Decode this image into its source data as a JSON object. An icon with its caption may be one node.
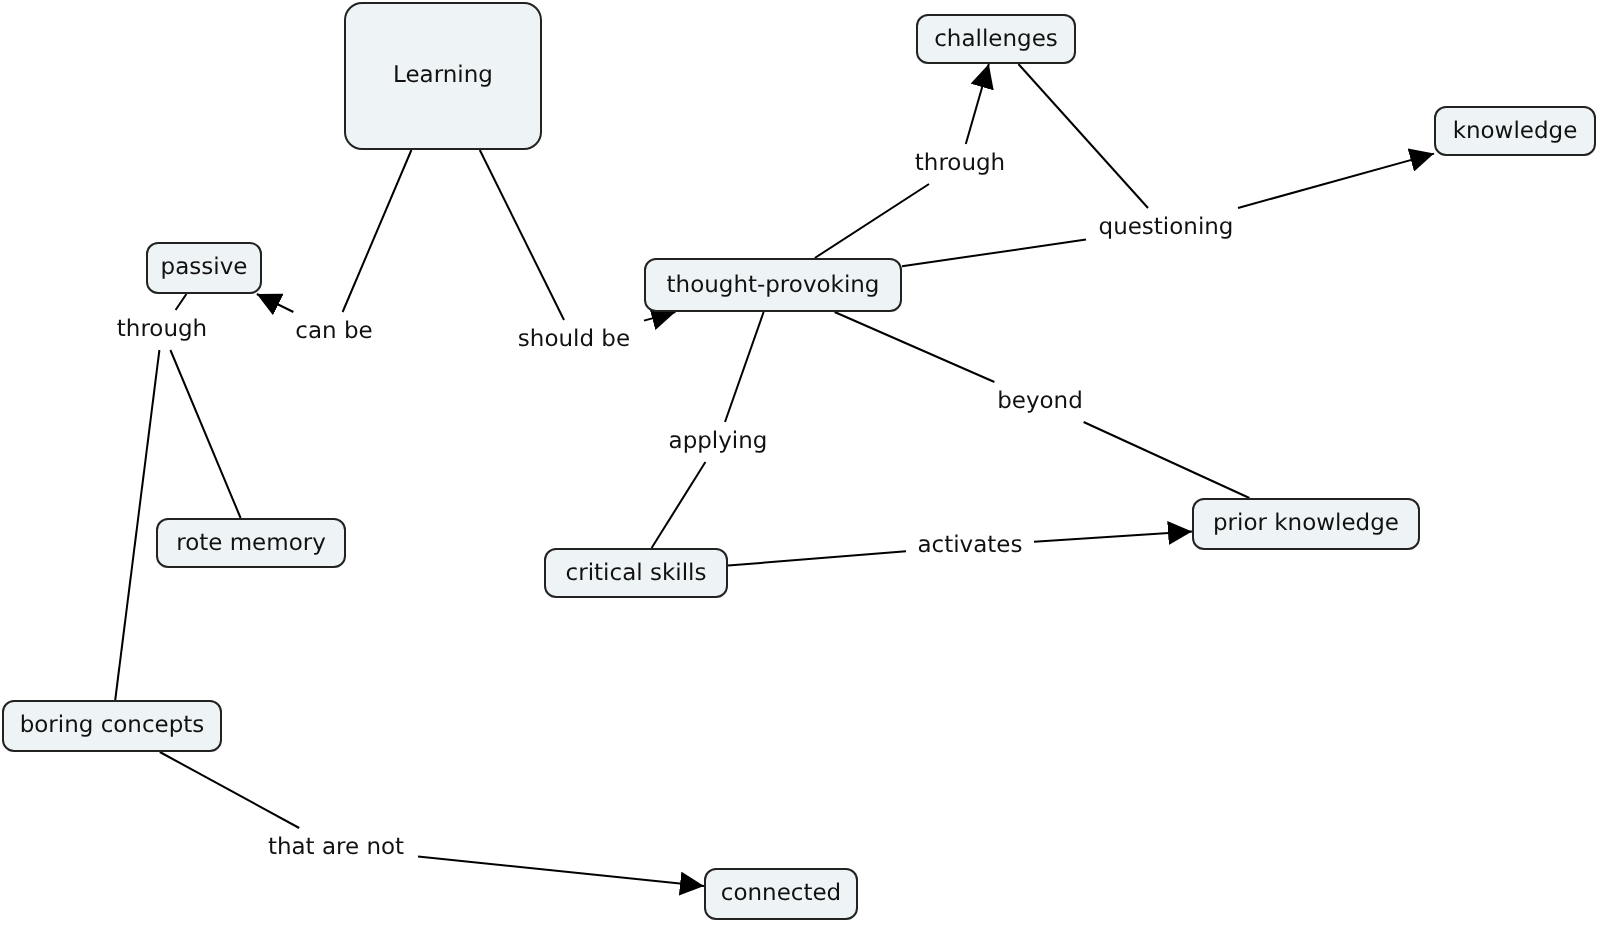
{
  "diagram": {
    "nodes": [
      {
        "text": [
          "Learning"
        ]
      },
      {
        "text": [
          "passive"
        ]
      },
      {
        "text": [
          "can be"
        ]
      },
      {
        "text": [
          "should be"
        ]
      },
      {
        "text": [
          "thought-provoking"
        ]
      },
      {
        "text": [
          "challenges"
        ]
      },
      {
        "text": [
          "through"
        ]
      },
      {
        "text": [
          "knowledge"
        ]
      },
      {
        "text": [
          "questioning"
        ]
      },
      {
        "text": [
          "through"
        ]
      },
      {
        "text": [
          "rote memory"
        ]
      },
      {
        "text": [
          "boring concepts"
        ]
      },
      {
        "text": [
          "beyond"
        ]
      },
      {
        "text": [
          "applying"
        ]
      },
      {
        "text": [
          "critical skills"
        ]
      },
      {
        "text": [
          "prior knowledge"
        ]
      },
      {
        "text": [
          "activates"
        ]
      },
      {
        "text": [
          "that are not"
        ]
      },
      {
        "text": [
          "connected"
        ]
      }
    ],
    "edges": [
      {
        "from": 0,
        "to": 2,
        "arrow": "none"
      },
      {
        "from": 2,
        "to": 1,
        "arrow": "to"
      },
      {
        "from": 0,
        "to": 3,
        "arrow": "none"
      },
      {
        "from": 3,
        "to": 4,
        "arrow": "to"
      },
      {
        "from": 4,
        "to": 6,
        "arrow": "none"
      },
      {
        "from": 6,
        "to": 5,
        "arrow": "to"
      },
      {
        "from": 5,
        "to": 8,
        "arrow": "none"
      },
      {
        "from": 4,
        "to": 8,
        "arrow": "none"
      },
      {
        "from": 8,
        "to": 7,
        "arrow": "to"
      },
      {
        "from": 1,
        "to": 9,
        "arrow": "none"
      },
      {
        "from": 9,
        "to": 10,
        "arrow": "none"
      },
      {
        "from": 9,
        "to": 11,
        "arrow": "none"
      },
      {
        "from": 4,
        "to": 12,
        "arrow": "none"
      },
      {
        "from": 12,
        "to": 15,
        "arrow": "none"
      },
      {
        "from": 4,
        "to": 13,
        "arrow": "none"
      },
      {
        "from": 13,
        "to": 14,
        "arrow": "none"
      },
      {
        "from": 14,
        "to": 16,
        "arrow": "none"
      },
      {
        "from": 16,
        "to": 15,
        "arrow": "to"
      },
      {
        "from": 11,
        "to": 17,
        "arrow": "none"
      },
      {
        "from": 17,
        "to": 18,
        "arrow": "to"
      }
    ]
  }
}
